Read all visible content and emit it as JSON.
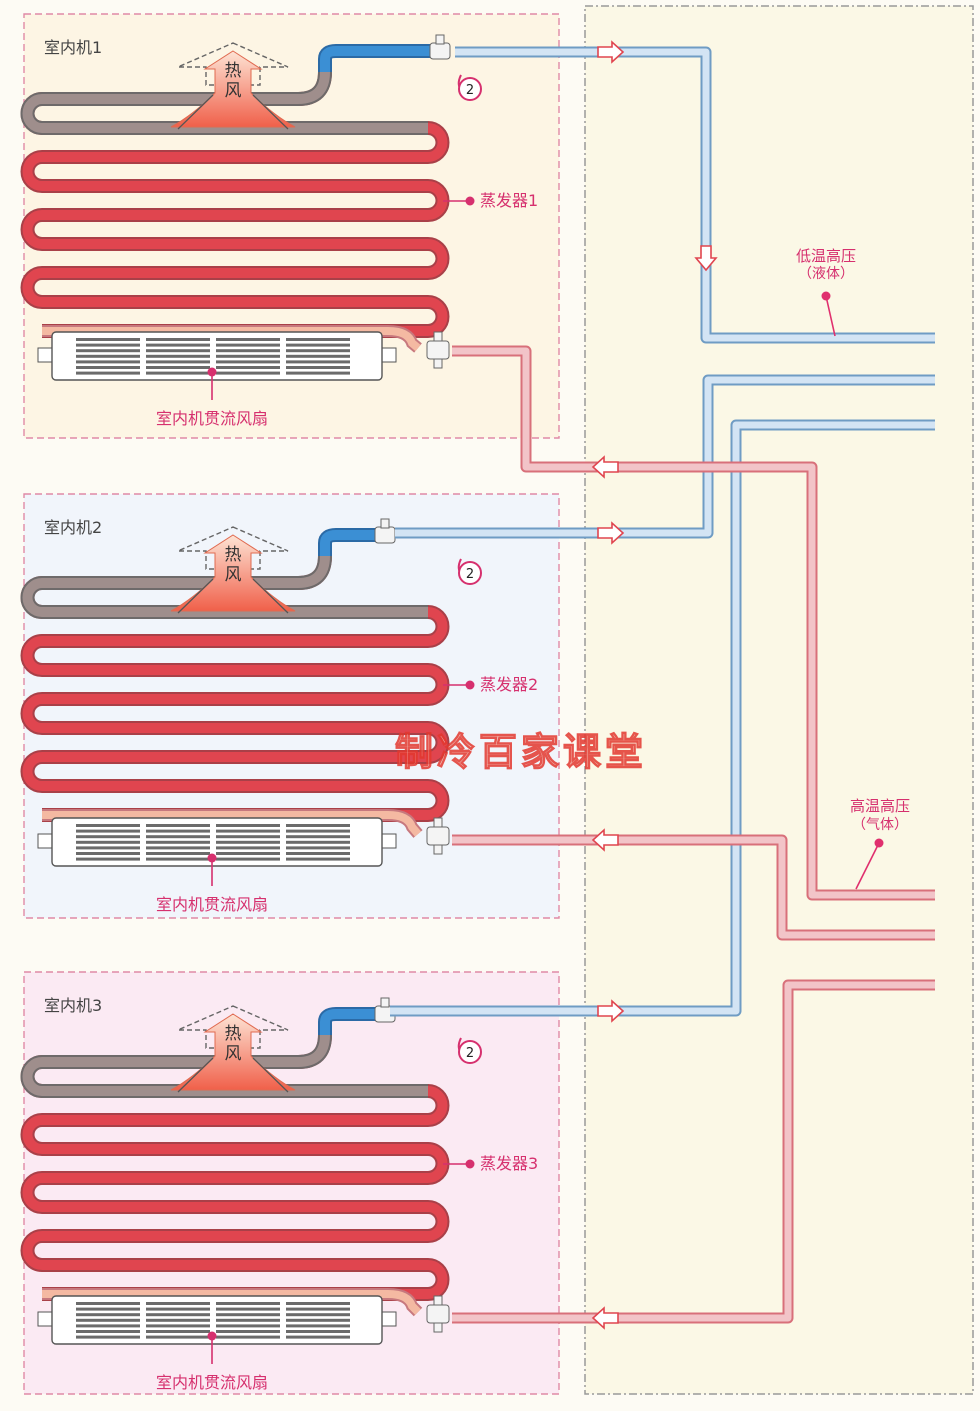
{
  "units": [
    {
      "title": "室内机1",
      "hot_air_top": "热",
      "hot_air_bottom": "风",
      "evaporator": "蒸发器1",
      "fan": "室内机贯流风扇",
      "marker": "2",
      "bg": "#fdf5e4"
    },
    {
      "title": "室内机2",
      "hot_air_top": "热",
      "hot_air_bottom": "风",
      "evaporator": "蒸发器2",
      "fan": "室内机贯流风扇",
      "marker": "2",
      "bg": "#f1f5fb"
    },
    {
      "title": "室内机3",
      "hot_air_top": "热",
      "hot_air_bottom": "风",
      "evaporator": "蒸发器3",
      "fan": "室内机贯流风扇",
      "marker": "2",
      "bg": "#fbeaf3"
    }
  ],
  "labels": {
    "liquid_line_1": "低温高压",
    "liquid_line_2": "（液体）",
    "gas_line_1": "高温高压",
    "gas_line_2": "（气体）",
    "watermark": "制冷百家课堂"
  },
  "colors": {
    "hot_pipe": "#e0454f",
    "cold_pipe": "#3b8fd4",
    "liquid_line": "#bcd6ee",
    "gas_line": "#e9a7ad",
    "accent_label": "#d6306e",
    "dashed_border": "#e08aa6"
  }
}
